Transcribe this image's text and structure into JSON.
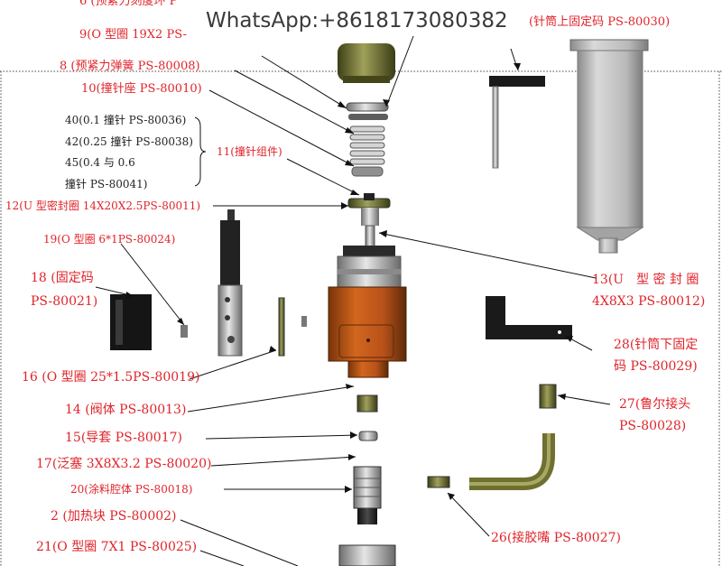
{
  "watermark": "WhatsApp:+8618173080382",
  "labels": {
    "top_cut": "6 (预紧力刻度环 P",
    "l9": "9(O 型圈 19X2 PS-",
    "l_syringe_fix": "(针筒上固定码 PS-80030)",
    "l8": "8 (预紧力弹簧 PS-80008)",
    "l10": "10(撞针座 PS-80010)",
    "l11": "11(撞针组件)",
    "l12": "12(U 型密封圈 14X20X2.5PS-80011)",
    "l19": "19(O 型圈 6*1PS-80024)",
    "l18a": "18 (固定码",
    "l18b": "PS-80021)",
    "l13a": "13(U　型 密 封 圈",
    "l13b": "4X8X3 PS-80012)",
    "l28a": "28(针筒下固定",
    "l28b": "码 PS-80029)",
    "l16": "16 (O 型圈 25*1.5PS-80019)",
    "l14": "14 (阀体 PS-80013)",
    "l27a": "27(鲁尔接头",
    "l27b": "PS-80028)",
    "l15": "15(导套 PS-80017)",
    "l17": "17(泛塞 3X8X3.2 PS-80020)",
    "l20": "20(涂料腔体 PS-80018)",
    "l2": "2 (加热块 PS-80002)",
    "l26": "26(接胶嘴 PS-80027)",
    "l21": "21(O 型圈 7X1 PS-80025)"
  },
  "needles": {
    "n40": "40(0.1 撞针 PS-80036)",
    "n42": "42(0.25 撞针 PS-80038)",
    "n45a": "45(0.4 与 0.6",
    "n45b": "撞针 PS-80041)"
  }
}
